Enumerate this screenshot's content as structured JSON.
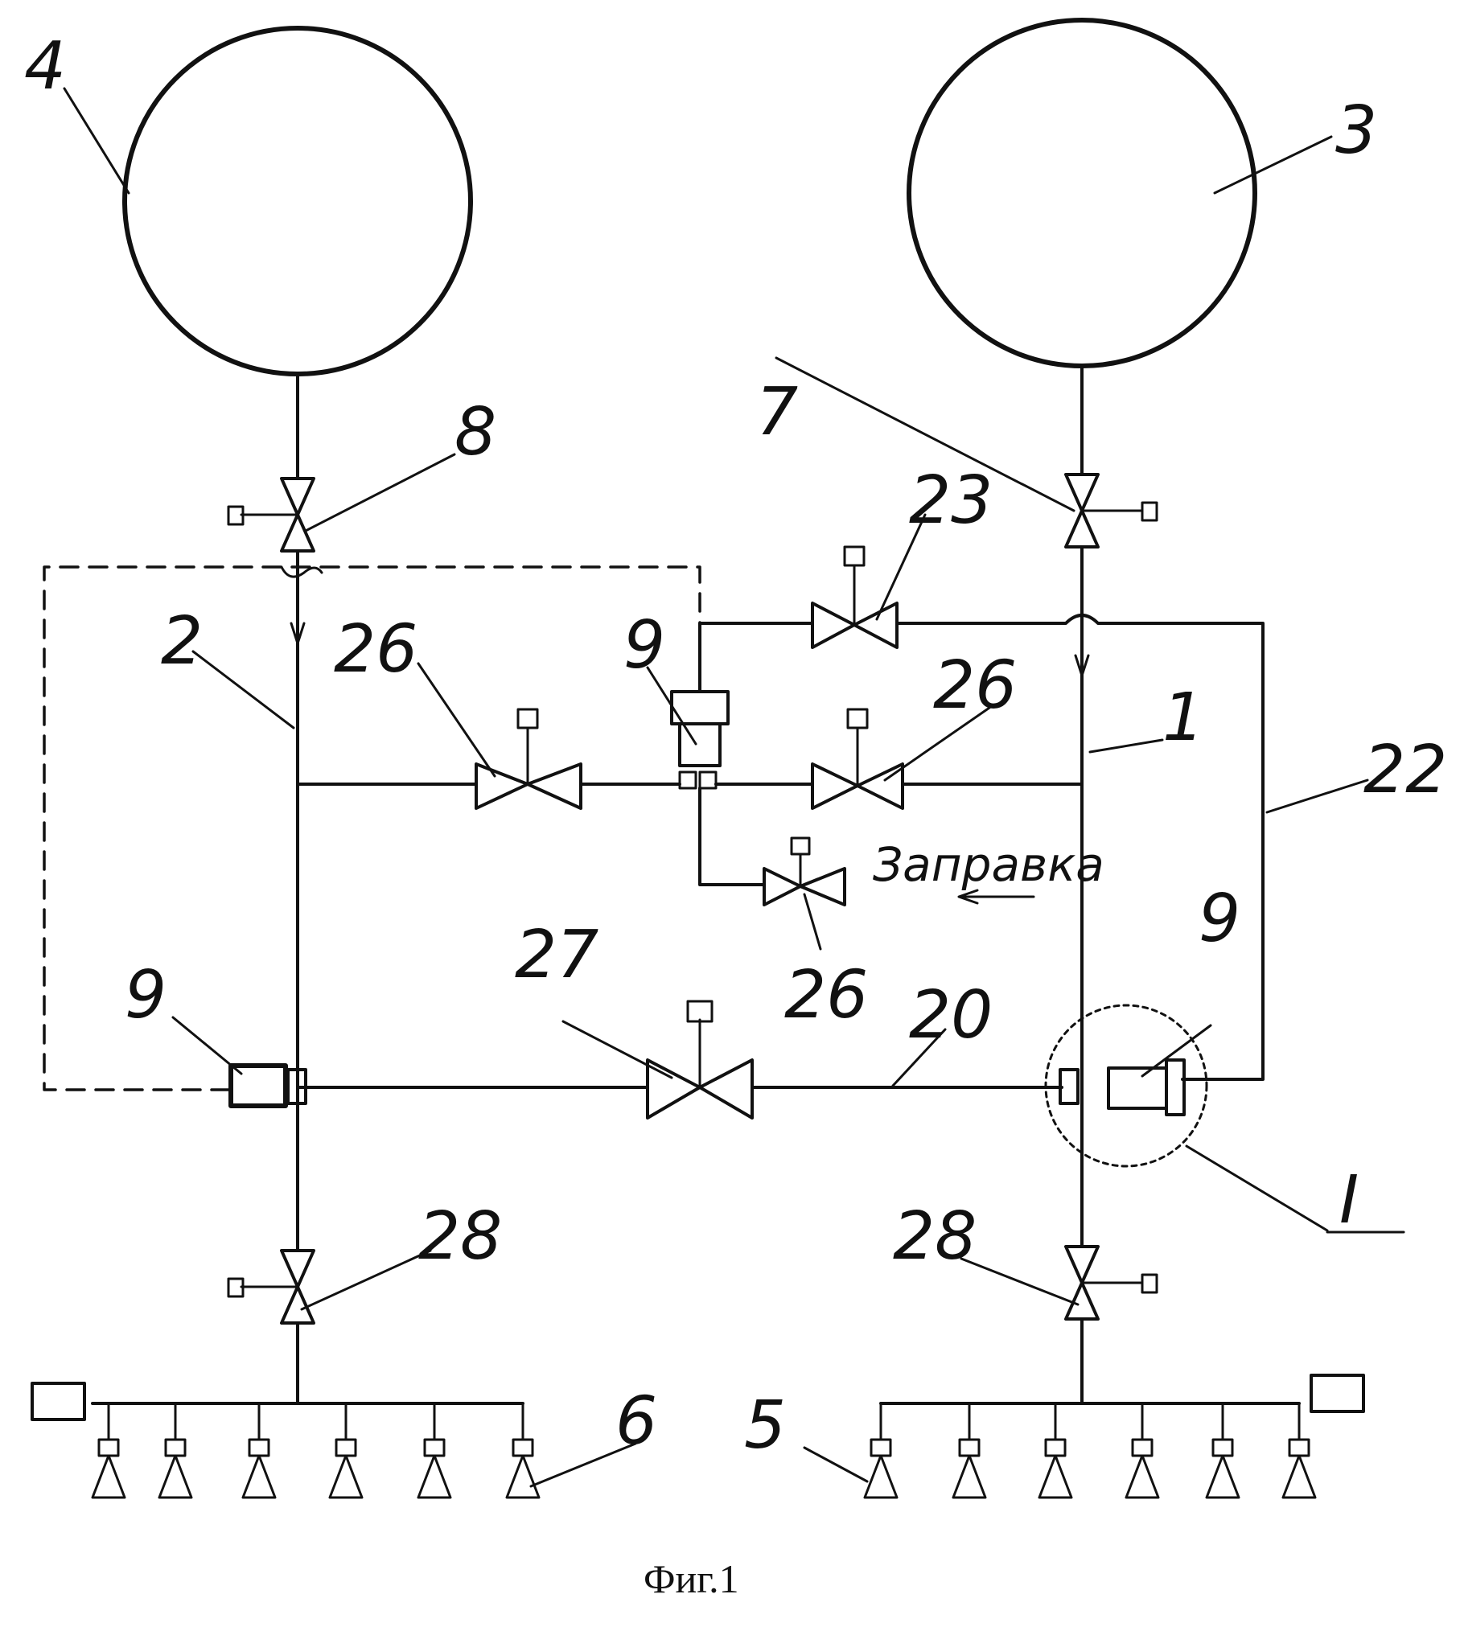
{
  "figure": {
    "caption": "Фиг.1",
    "fill_text": "Заправка",
    "detail_mark": "I",
    "labels": {
      "tank_left": "4",
      "tank_right": "3",
      "valve_8": "8",
      "valve_7": "7",
      "valve_23": "23",
      "line_2": "2",
      "valve_26_left": "26",
      "pump_9_top": "9",
      "valve_26_right": "26",
      "line_1": "1",
      "line_22": "22",
      "valve_26_fill": "26",
      "valve_27": "27",
      "line_20": "20",
      "pump_9_left": "9",
      "pump_9_right": "9",
      "valve_28_left": "28",
      "valve_28_right": "28",
      "engines_6": "6",
      "engines_5": "5"
    }
  }
}
